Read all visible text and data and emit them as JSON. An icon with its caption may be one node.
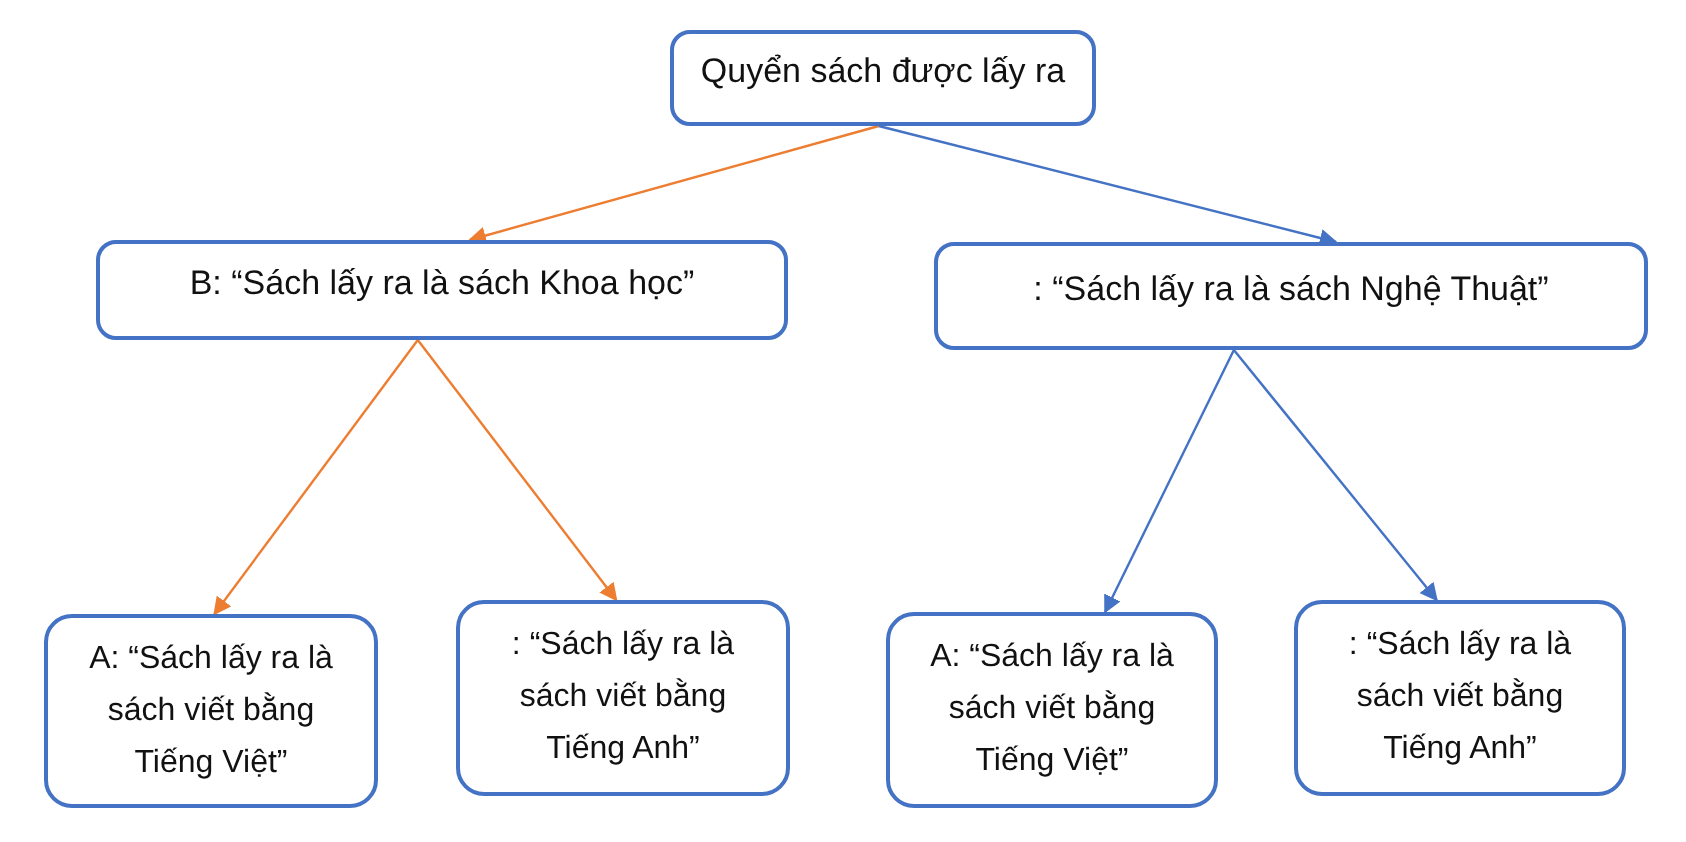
{
  "diagram": {
    "nodes": [
      {
        "text": [
          "Quyển sách được lấy ra"
        ]
      },
      {
        "text": [
          "B: “Sách lấy ra là sách Khoa học”"
        ]
      },
      {
        "text": [
          ": “Sách lấy ra là sách Nghệ Thuật”"
        ]
      },
      {
        "text": [
          "A: “Sách lấy ra là sách viết bằng Tiếng Việt”"
        ]
      },
      {
        "text": [
          ": “Sách lấy ra là sách viết bằng Tiếng Anh”"
        ]
      },
      {
        "text": [
          "A: “Sách lấy ra là sách viết bằng Tiếng Việt”"
        ]
      },
      {
        "text": [
          ": “Sách lấy ra là sách viết bằng Tiếng Anh”"
        ]
      }
    ],
    "edges": [
      {
        "from": 0,
        "to": 1,
        "arrow": "to",
        "color": "#ed7d31"
      },
      {
        "from": 0,
        "to": 2,
        "arrow": "to",
        "color": "#4472c4"
      },
      {
        "from": 1,
        "to": 3,
        "arrow": "to",
        "color": "#ed7d31"
      },
      {
        "from": 1,
        "to": 4,
        "arrow": "to",
        "color": "#ed7d31"
      },
      {
        "from": 2,
        "to": 5,
        "arrow": "to",
        "color": "#4472c4"
      },
      {
        "from": 2,
        "to": 6,
        "arrow": "to",
        "color": "#4472c4"
      }
    ]
  }
}
